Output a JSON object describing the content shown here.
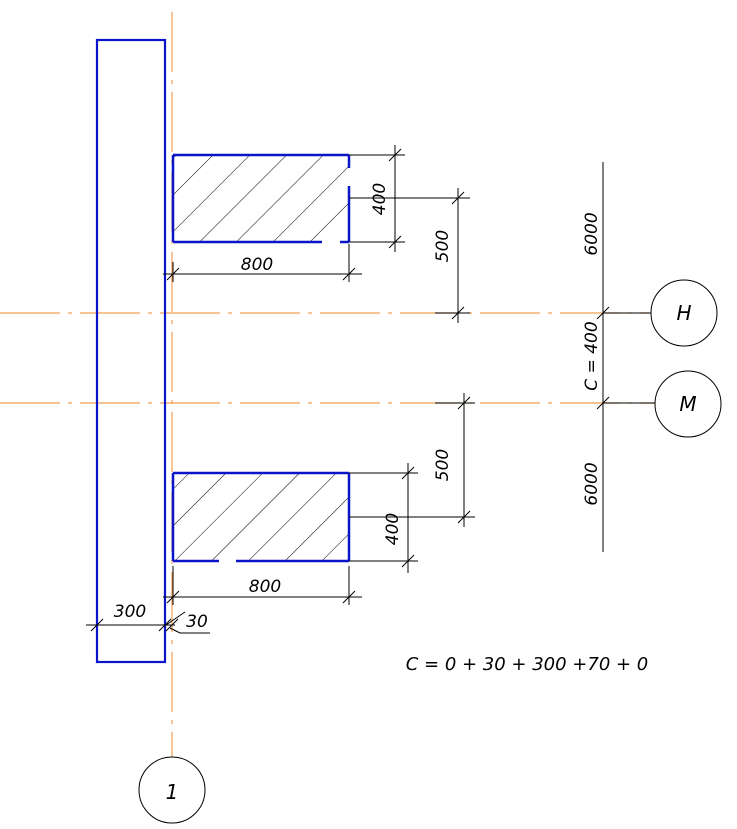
{
  "colors": {
    "wall": "#0a14c8",
    "axis": "#f0a050",
    "dimension": "#000000",
    "background": "#ffffff"
  },
  "axes": {
    "vertical": {
      "label": "1"
    },
    "horizontal": [
      {
        "label": "Н"
      },
      {
        "label": "М"
      }
    ]
  },
  "dimensions": {
    "upper_block_height": "400",
    "upper_block_width": "800",
    "upper_offset": "500",
    "lower_block_height": "400",
    "lower_block_width": "800",
    "lower_offset": "500",
    "wall_thickness": "300",
    "gap": "30",
    "right_top": "6000",
    "right_mid": "С = 400",
    "right_bottom": "6000"
  },
  "formula": "С = 0 + 30 + 300 +70 + 0"
}
